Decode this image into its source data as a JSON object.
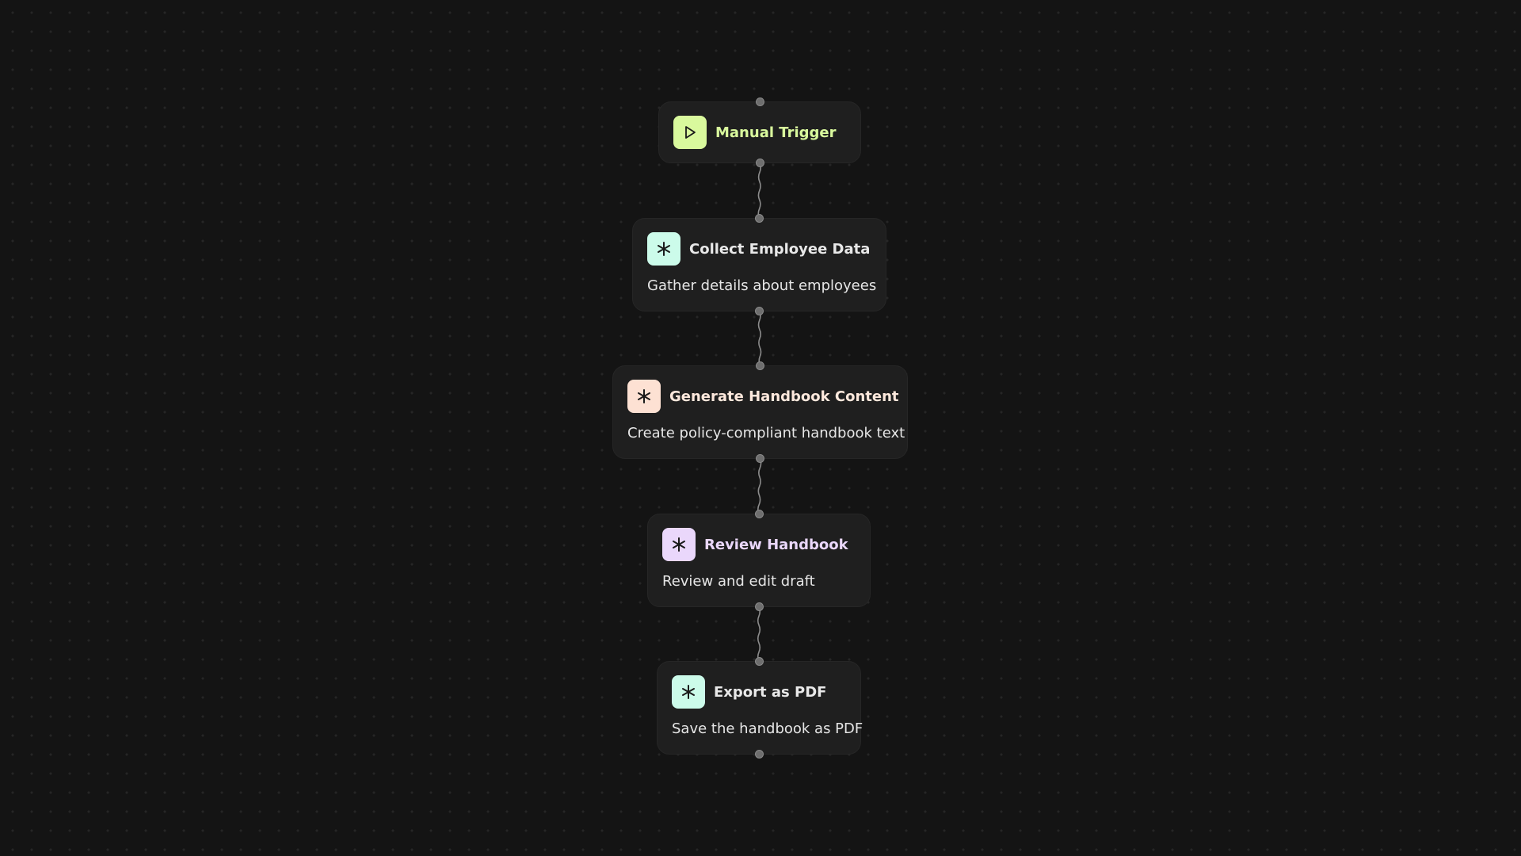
{
  "workflow": {
    "nodes": [
      {
        "id": "manual-trigger",
        "title": "Manual Trigger",
        "description": "",
        "icon": "play-icon",
        "icon_bg": "#d9f99d",
        "title_color": "#d9f99d"
      },
      {
        "id": "collect-employee-data",
        "title": "Collect Employee Data",
        "description": "Gather details about employees",
        "icon": "sparkle-icon",
        "icon_bg": "#ccfbea",
        "title_color": "#e8e8e8"
      },
      {
        "id": "generate-handbook-content",
        "title": "Generate Handbook Content",
        "description": "Create policy-compliant handbook text",
        "icon": "sparkle-icon",
        "icon_bg": "#fde1d3",
        "title_color": "#fde8dc"
      },
      {
        "id": "review-handbook",
        "title": "Review Handbook",
        "description": "Review and edit draft",
        "icon": "sparkle-icon",
        "icon_bg": "#ead7fb",
        "title_color": "#ead7fb"
      },
      {
        "id": "export-as-pdf",
        "title": "Export as PDF",
        "description": "Save the handbook as PDF",
        "icon": "sparkle-icon",
        "icon_bg": "#ccfbea",
        "title_color": "#e8e8e8"
      }
    ]
  }
}
